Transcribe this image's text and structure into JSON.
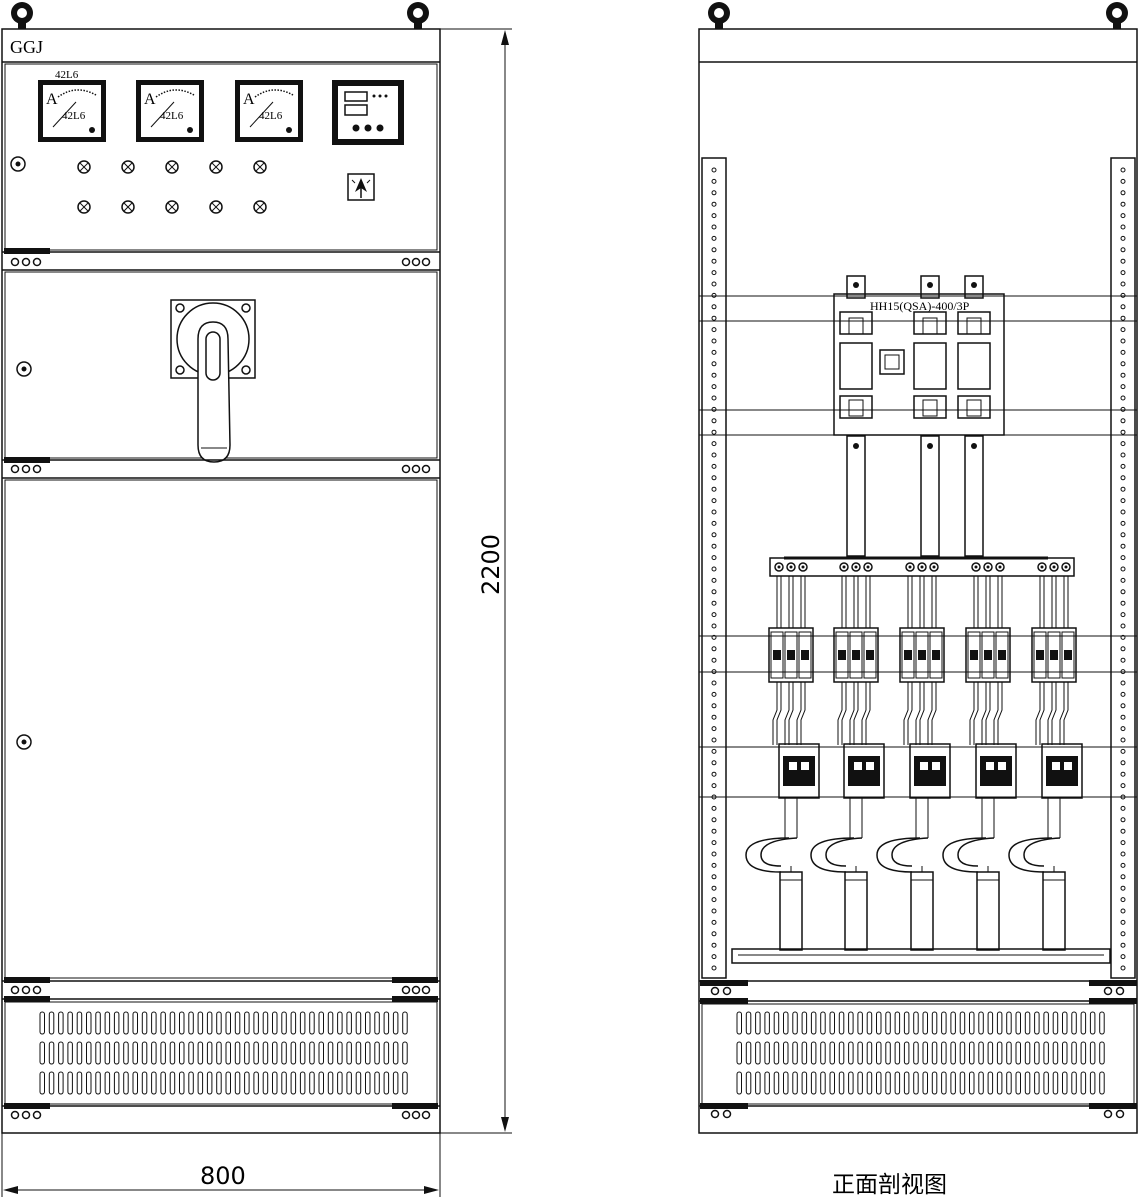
{
  "front_view": {
    "cabinet_label": "GGJ",
    "meters": [
      {
        "top_label": "42L6",
        "unit": "A",
        "inner_label": "42L6"
      },
      {
        "top_label": "",
        "unit": "A",
        "inner_label": "42L6"
      },
      {
        "top_label": "",
        "unit": "A",
        "inner_label": "42L6"
      }
    ]
  },
  "dimensions": {
    "height": "2200",
    "width": "800"
  },
  "section_view": {
    "switch_label": "HH15(QSA)-400/3P",
    "caption": "正面剖视图"
  }
}
